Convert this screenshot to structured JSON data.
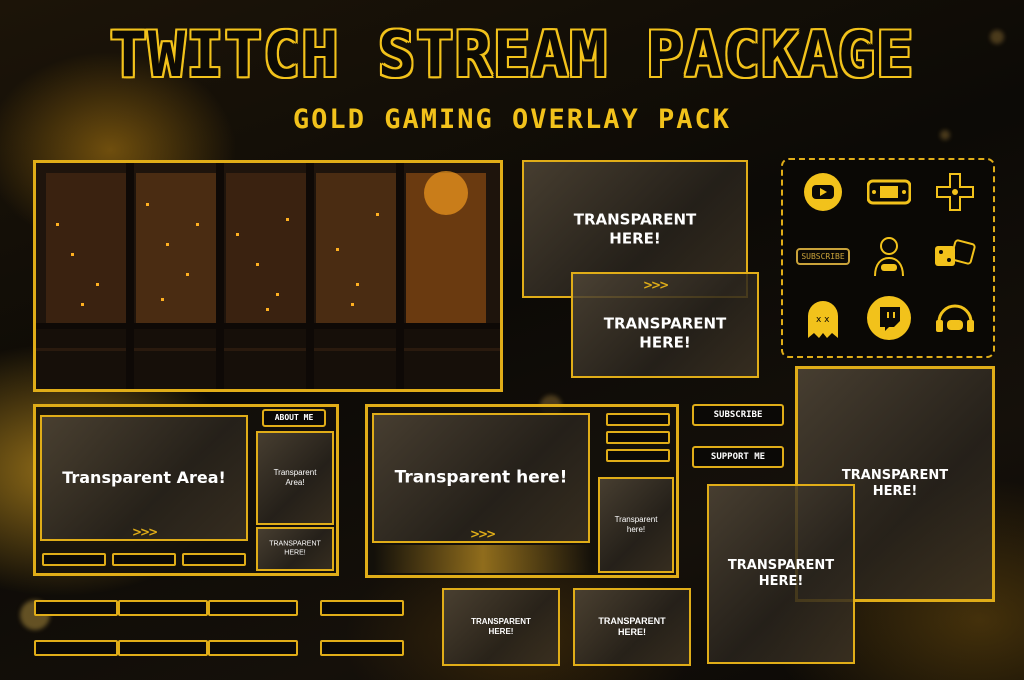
{
  "header": {
    "title": "TWITCH STREAM PACKAGE",
    "subtitle": "GOLD GAMING OVERLAY PACK"
  },
  "panels": {
    "top_center_a": "TRANSPARENT\nHERE!",
    "top_center_b": "TRANSPARENT\nHERE!",
    "layout_left_main": "Transparent Area!",
    "layout_left_side": "Transparent\nArea!",
    "layout_left_small": "TRANSPARENT\nHERE!",
    "about_me": "ABOUT ME",
    "layout_center_main": "Transparent here!",
    "layout_center_side": "Transparent\nhere!",
    "subscribe": "SUBSCRIBE",
    "support_me": "SUPPORT ME",
    "right_tall": "TRANSPARENT\nHERE!",
    "right_mid": "TRANSPARENT\nHERE!",
    "bottom_a": "TRANSPARENT\nHERE!",
    "bottom_b": "TRANSPARENT\nHERE!"
  },
  "icons": {
    "items": [
      "youtube-icon",
      "gameboy-icon",
      "dpad-icon",
      "subscribe-click-icon",
      "gamer-character-icon",
      "dice-icon",
      "ghost-icon",
      "twitch-icon",
      "headset-controller-icon"
    ],
    "subscribe_text": "SUBSCRIBE"
  },
  "colors": {
    "gold": "#f2c21b",
    "frame": "#e0ad18",
    "dark": "#0b0906"
  }
}
